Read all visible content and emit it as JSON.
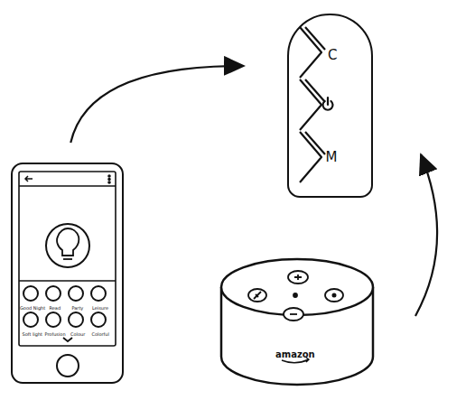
{
  "diagram": {
    "nodes": [
      {
        "text": [
          "C",
          "M"
        ]
      },
      {
        "text": [
          "Good Night",
          "Read",
          "Party",
          "Leisure",
          "Soft light",
          "Profusion",
          "Colour",
          "Colorful"
        ]
      },
      {
        "text": [
          "amazon"
        ]
      }
    ],
    "edges": [
      {
        "from": 1,
        "to": 0,
        "arrow": "to"
      },
      {
        "from": 2,
        "to": 0,
        "arrow": "to"
      }
    ]
  }
}
